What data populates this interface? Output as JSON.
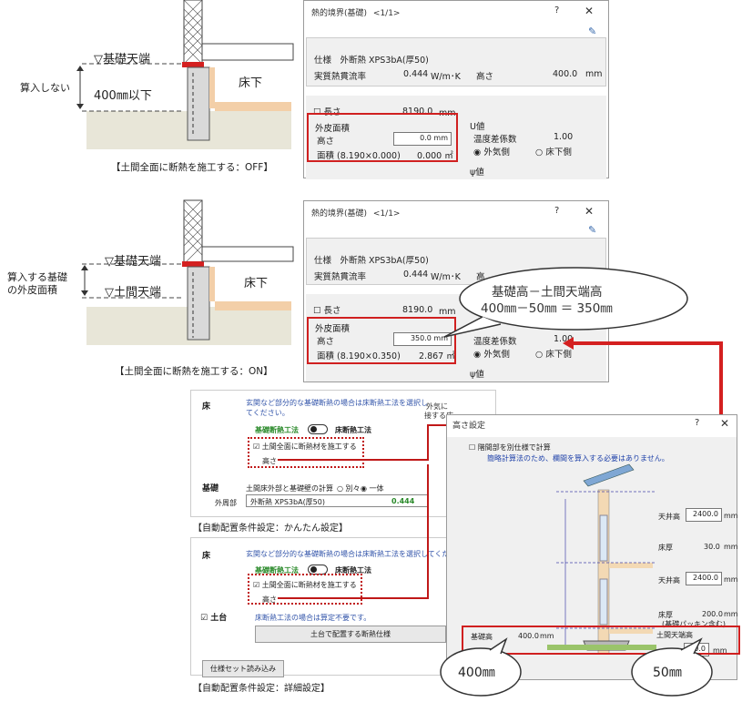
{
  "diagram1": {
    "label_top": "▽基礎天端",
    "label_side": "算入しない",
    "label_dim": "400㎜以下",
    "label_floor": "床下",
    "caption": "【土間全面に断熱を施工する：OFF】"
  },
  "diagram2": {
    "label_top": "▽基礎天端",
    "label_mid": "▽土間天端",
    "label_side_1": "算入する基礎",
    "label_side_2": "の外皮面積",
    "label_floor": "床下",
    "caption": "【土間全面に断熱を施工する：ON】"
  },
  "dialog1": {
    "title": "熱的境界(基礎)",
    "page": "<1/1>",
    "spec_label": "仕様",
    "spec_value": "外断熱 XPS3bA(厚50)",
    "eff_label": "実質熱貫流率",
    "eff_value": "0.444",
    "eff_unit": "W/m･K",
    "height_label": "高さ",
    "height_value": "400.0",
    "height_unit": "mm",
    "length_label": "長さ",
    "length_value": "8190.0",
    "length_unit": "mm",
    "area_group": "外皮面積",
    "area_height_label": "高さ",
    "area_height_value": "0.0 mm",
    "area_label": "面積 (8.190×0.000)",
    "area_value": "0.000 ㎡",
    "u_group": "U値",
    "temp_label": "温度差係数",
    "temp_value": "1.00",
    "radio_out": "外気側",
    "radio_floor": "床下側",
    "psi_group": "ψ値"
  },
  "dialog2": {
    "title": "熱的境界(基礎)",
    "page": "<1/1>",
    "spec_label": "仕様",
    "spec_value": "外断熱 XPS3bA(厚50)",
    "eff_label": "実質熱貫流率",
    "eff_value": "0.444",
    "eff_unit": "W/m･K",
    "eff_extra": "高",
    "length_label": "長さ",
    "length_value": "8190.0",
    "length_unit": "mm",
    "area_group": "外皮面積",
    "area_height_label": "高さ",
    "area_height_value": "350.0 mm",
    "area_label": "面積 (8.190×0.350)",
    "area_value": "2.867 ㎡",
    "temp_label": "温度差係数",
    "temp_value": "1.00",
    "radio_out": "外気側",
    "radio_floor": "床下側",
    "psi_group": "ψ値"
  },
  "callout_formula": {
    "line1": "基礎高－土間天端高",
    "line2": "400㎜－50㎜ ＝ 350㎜"
  },
  "settings_simple": {
    "floor_label": "床",
    "note": "玄関など部分的な基礎断熱の場合は床断熱工法を選択してください。",
    "toggle_left": "基礎断熱工法",
    "toggle_right": "床断熱工法",
    "checkbox": "土間全面に断熱材を施工する",
    "height_btn": "高さ",
    "outer_label_1": "外気に",
    "outer_label_2": "接する床",
    "base_label": "基礎",
    "calc_label": "土間床外部と基礎壁の計算",
    "radio_sep": "別々",
    "radio_one": "一体",
    "outer_part": "外周部",
    "outer_spec": "外断熱 XPS3bA(厚50)",
    "outer_value": "0.444",
    "caption": "【自動配置条件設定：かんたん設定】"
  },
  "settings_detail": {
    "floor_label": "床",
    "note": "玄関など部分的な基礎断熱の場合は床断熱工法を選択してくださ",
    "toggle_left": "基礎断熱工法",
    "toggle_right": "床断熱工法",
    "checkbox": "土間全面に断熱材を施工する",
    "height_btn": "高さ",
    "dodai_label": "土台",
    "dodai_note": "床断熱工法の場合は算定不要です。",
    "dodai_btn": "土台で配置する断熱仕様",
    "load_btn": "仕様セット読み込み",
    "caption": "【自動配置条件設定：詳細設定】"
  },
  "height_dialog": {
    "title": "高さ設定",
    "checkbox": "階間部を別仕様で計算",
    "note": "簡略計算法のため、欄間を算入する必要はありません。",
    "ceil1_label": "天井高",
    "ceil1_value": "2400.0",
    "floor1_label": "床厚",
    "floor1_value": "30.0",
    "ceil2_label": "天井高",
    "ceil2_value": "2400.0",
    "floor2_label": "床厚",
    "floor2_value": "200.0",
    "packing_label": "(基礎パッキン含む)",
    "base_label": "基礎高",
    "base_value": "400.0",
    "doma_label": "土間天端高",
    "doma_value": "50.0",
    "unit": "mm"
  },
  "bubble_400": "400㎜",
  "bubble_50": "50㎜"
}
